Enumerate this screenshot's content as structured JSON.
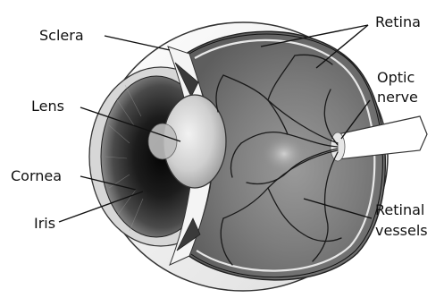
{
  "labels": {
    "sclera": "Sclera",
    "lens": "Lens",
    "cornea": "Cornea",
    "iris": "Iris",
    "retina": "Retina",
    "optic_nerve_line1": "Optic",
    "optic_nerve_line2": "nerve",
    "retinal_vessels_line1": "Retinal",
    "retinal_vessels_line2": "vessels"
  }
}
